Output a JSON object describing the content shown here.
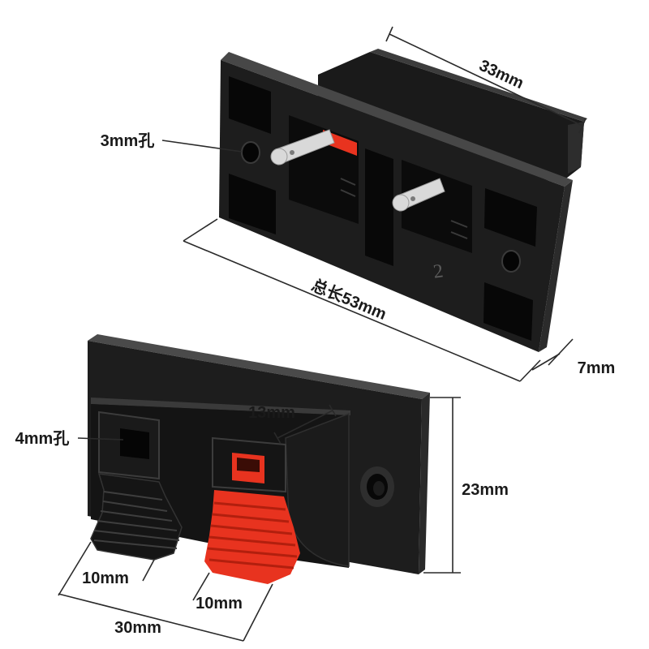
{
  "back_view": {
    "width_label": "33mm",
    "hole_label": "3mm孔",
    "length_label": "总长53mm",
    "thickness_label": "7mm",
    "terminal_number": "2"
  },
  "front_view": {
    "clip_width_label": "13mm",
    "hole_label": "4mm孔",
    "height_label": "23mm",
    "black_clip_width_label": "10mm",
    "red_clip_width_label": "10mm",
    "clip_span_label": "30mm"
  },
  "colors": {
    "background": "#ffffff",
    "body": "#1d1d1d",
    "red_clip": "#e8331f",
    "metal_tab": "#d9d9d9",
    "dimension_line": "#2a2a2a"
  }
}
